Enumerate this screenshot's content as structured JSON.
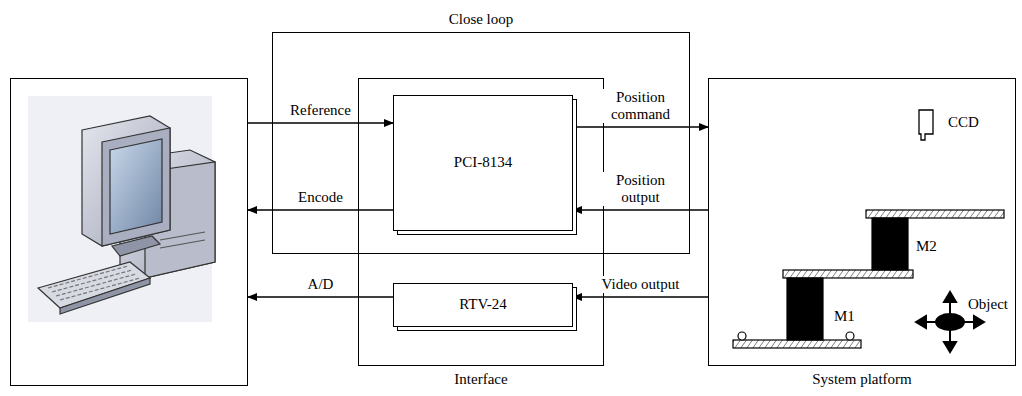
{
  "diagram": {
    "nodes": [
      {
        "text": [
          "Close loop"
        ]
      },
      {
        "text": []
      },
      {
        "text": [
          "Interface"
        ]
      },
      {
        "text": [
          "PCI-8134"
        ],
        "in": 2
      },
      {
        "text": [
          "RTV-24"
        ],
        "in": 2
      },
      {
        "text": [
          "System platform"
        ]
      }
    ],
    "edges": [
      {
        "from": 1,
        "to": 3,
        "arrow": "to",
        "label": "Reference"
      },
      {
        "from": 3,
        "to": 5,
        "arrow": "to",
        "label": "Position command"
      },
      {
        "from": 3,
        "to": 1,
        "arrow": "to",
        "label": "Encode"
      },
      {
        "from": 5,
        "to": 3,
        "arrow": "to",
        "label": "Position output"
      },
      {
        "from": 4,
        "to": 1,
        "arrow": "to",
        "label": "A/D"
      },
      {
        "from": 5,
        "to": 4,
        "arrow": "to",
        "label": "Video output"
      }
    ],
    "labels": [
      "CCD",
      "M2",
      "M1",
      "Object"
    ]
  }
}
